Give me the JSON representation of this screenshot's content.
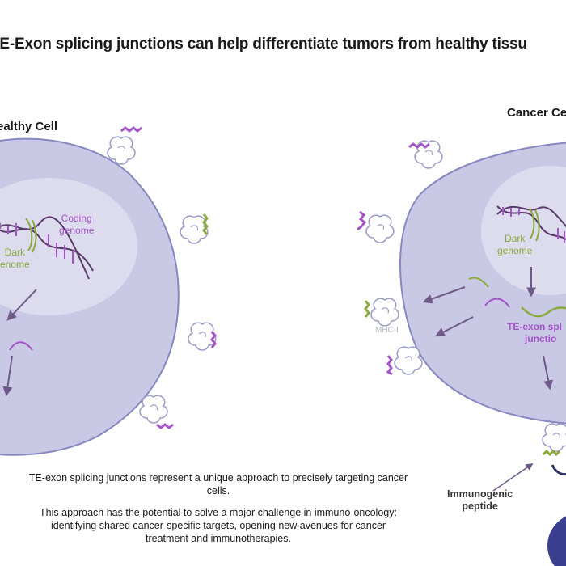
{
  "title": "TE-Exon splicing junctions can help differentiate tumors from healthy tissu",
  "healthy": {
    "title": "ealthy Cell",
    "coding_genome": [
      "Coding",
      "genome"
    ],
    "dark_genome": [
      "Dark",
      "enome"
    ]
  },
  "cancer": {
    "title": "Cancer Ce",
    "dark_genome": [
      "Dark",
      "genome"
    ],
    "te_exon": [
      "TE-exon spl",
      "junctio"
    ],
    "mhc": "MHC-I",
    "immunogenic": [
      "Immunogenic",
      "peptide"
    ]
  },
  "caption": {
    "p1": [
      "TE-exon splicing junctions represent a unique approach to precisely targeting cancer",
      "cells."
    ],
    "p2": [
      "This approach has the potential to solve a major challenge in immuno-oncology:",
      "identifying shared cancer-specific targets, opening new avenues for cancer",
      "treatment and immunotherapies."
    ]
  },
  "colors": {
    "cell_fill": "#c9c9e6",
    "cell_stroke": "#8688bf",
    "nucleus_fill": "#dcdcee",
    "purple": "#a454c7",
    "green": "#8aab3c",
    "arrow": "#6e5a86",
    "tcell": "#3a3f8f"
  },
  "icons": [
    "mhc-receptor-icon",
    "peptide-chain-icon",
    "dna-helix-icon",
    "arrow-icon",
    "rna-strand-icon",
    "t-cell-icon"
  ]
}
